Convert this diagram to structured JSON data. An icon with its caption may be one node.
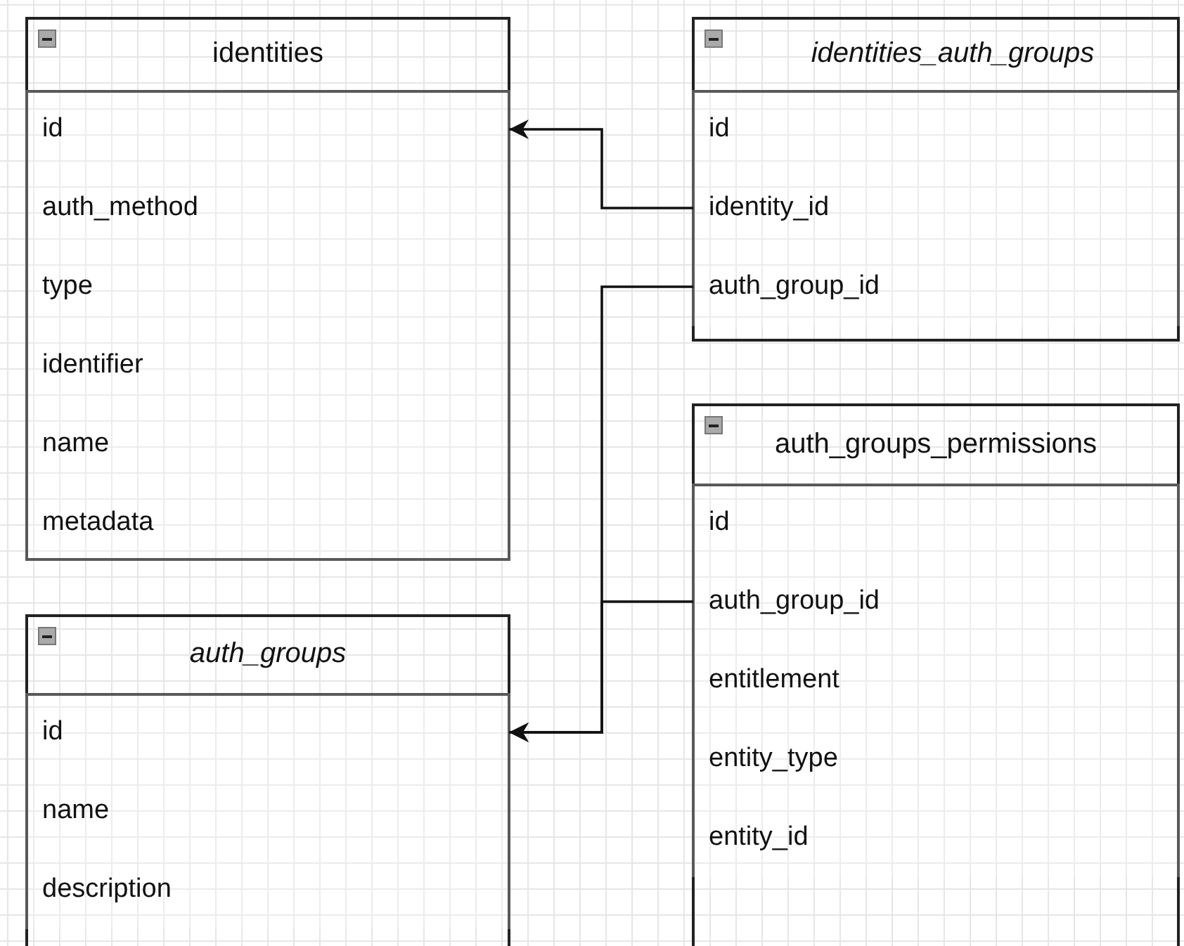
{
  "diagram": {
    "nodes": [
      {
        "text": [
          "identities"
        ]
      },
      {
        "text": [
          "id"
        ],
        "in": 0
      },
      {
        "text": [
          "auth_method"
        ],
        "in": 0
      },
      {
        "text": [
          "type"
        ],
        "in": 0
      },
      {
        "text": [
          "identifier"
        ],
        "in": 0
      },
      {
        "text": [
          "name"
        ],
        "in": 0
      },
      {
        "text": [
          "metadata"
        ],
        "in": 0
      },
      {
        "text": [
          "identities_auth_groups"
        ]
      },
      {
        "text": [
          "id"
        ],
        "in": 7
      },
      {
        "text": [
          "identity_id"
        ],
        "in": 7
      },
      {
        "text": [
          "auth_group_id"
        ],
        "in": 7
      },
      {
        "text": [
          "auth_groups"
        ]
      },
      {
        "text": [
          "id"
        ],
        "in": 11
      },
      {
        "text": [
          "name"
        ],
        "in": 11
      },
      {
        "text": [
          "description"
        ],
        "in": 11
      },
      {
        "text": [
          "auth_groups_permissions"
        ]
      },
      {
        "text": [
          "id"
        ],
        "in": 15
      },
      {
        "text": [
          "auth_group_id"
        ],
        "in": 15
      },
      {
        "text": [
          "entitlement"
        ],
        "in": 15
      },
      {
        "text": [
          "entity_type"
        ],
        "in": 15
      },
      {
        "text": [
          "entity_id"
        ],
        "in": 15
      }
    ],
    "edges": [
      {
        "from": 9,
        "to": 1,
        "arrow": "to"
      },
      {
        "from": 10,
        "to": 12,
        "arrow": "to"
      },
      {
        "from": 17,
        "to": 12,
        "arrow": "to"
      }
    ]
  }
}
